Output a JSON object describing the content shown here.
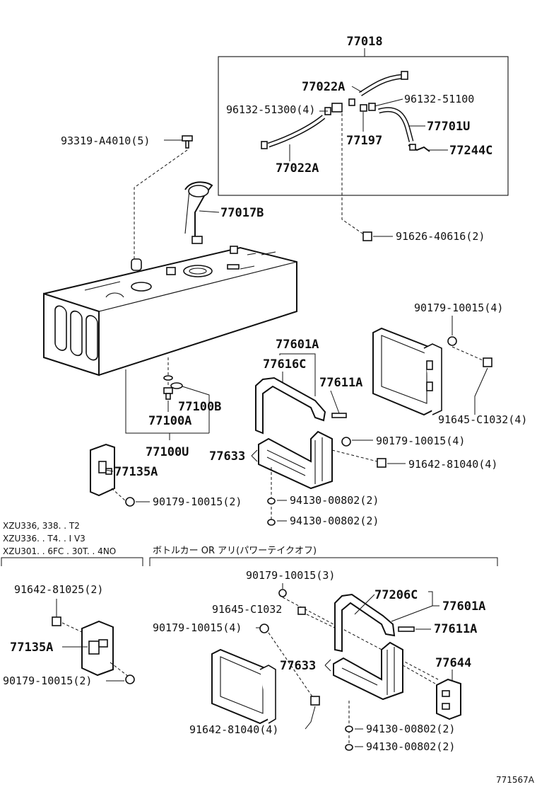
{
  "top_group": {
    "label": "77018",
    "parts": {
      "hose_a_top": "77022A",
      "clip_right": "96132-51100",
      "clip_left": "96132-51300(4)",
      "tube_u": "77701U",
      "part_77197": "77197",
      "hose_a_bottom": "77022A",
      "clamp_c": "77244C"
    }
  },
  "bolt_93319": "93319-A4010(5)",
  "gauge": "77017B",
  "bolt_91626": "91626-40616(2)",
  "right_bracket": {
    "nut": "90179-10015(4)",
    "bolt": "91645-C1032(4)"
  },
  "band_group": {
    "band": "77601A",
    "cushion": "77616C",
    "pin": "77611A",
    "nut": "90179-10015(4)",
    "bolt": "91642-81040(4)",
    "protector": "77633",
    "washer1": "94130-00802(2)",
    "washer2": "94130-00802(2)"
  },
  "drain": {
    "plug_b": "77100B",
    "plug_a": "77100A",
    "plug_u": "77100U"
  },
  "bracket_left": "77135A",
  "nut_left": "90179-10015(2)",
  "notes": {
    "line1": "XZU336, 338. . T2",
    "line2": "XZU336. . T4. . I V3",
    "line3": "XZU301. . 6FC . 30T. . 4NO"
  },
  "pto_header": "ボトルカー OR アリ(パワーテイクオフ)",
  "bottom_left": {
    "bolt": "91642-81025(2)",
    "bracket": "77135A",
    "nut": "90179-10015(2)"
  },
  "bottom_right": {
    "nut_top": "90179-10015(3)",
    "bolt_c": "91645-C1032",
    "nut_left": "90179-10015(4)",
    "cushion": "77206C",
    "band": "77601A",
    "pin": "77611A",
    "protector": "77633",
    "bracket": "77644",
    "bolt": "91642-81040(4)",
    "washer1": "94130-00802(2)",
    "washer2": "94130-00802(2)"
  },
  "figure_id": "771567A"
}
